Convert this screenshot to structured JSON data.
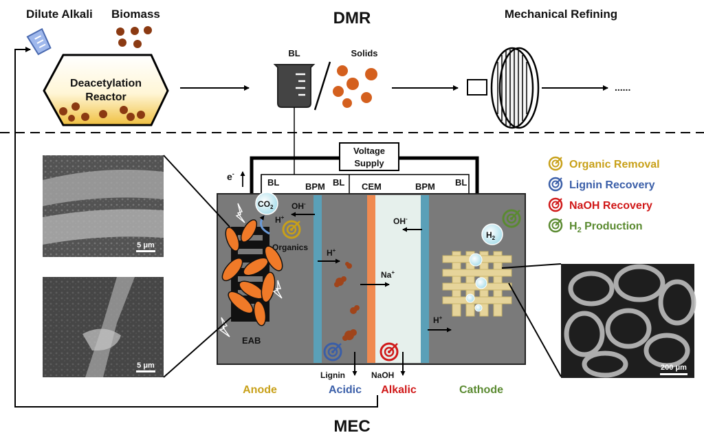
{
  "top": {
    "dilute_alkali": "Dilute Alkali",
    "biomass": "Biomass",
    "reactor_line1": "Deacetylation",
    "reactor_line2": "Reactor",
    "dmr": "DMR",
    "bl": "BL",
    "solids": "Solids",
    "mechanical_refining": "Mechanical Refining",
    "ellipsis": "......"
  },
  "mec": {
    "title": "MEC",
    "voltage_line1": "Voltage",
    "voltage_line2": "Supply",
    "electron": "e",
    "electron_sup": "-",
    "bl_anode": "BL",
    "bl_acidic": "BL",
    "bl_cathode": "BL",
    "bpm_left": "BPM",
    "cem": "CEM",
    "bpm_right": "BPM",
    "co2": "CO",
    "co2_sub": "2",
    "oh_left": "OH",
    "oh_left_sup": "-",
    "h_anode": "H",
    "h_anode_sup": "+",
    "organics": "Organics",
    "h_acidic": "H",
    "h_acidic_sup": "+",
    "na": "Na",
    "na_sup": "+",
    "oh_right": "OH",
    "oh_right_sup": "-",
    "h2": "H",
    "h2_sub": "2",
    "h_cathode": "H",
    "h_cathode_sup": "+",
    "eab": "EAB",
    "lignin": "Lignin",
    "naoh": "NaOH",
    "anode": "Anode",
    "acidic": "Acidic",
    "alkalic": "Alkalic",
    "cathode": "Cathode"
  },
  "legend": [
    {
      "label": "Organic Removal",
      "color": "#c8a018"
    },
    {
      "label": "Lignin Recovery",
      "color": "#3a5ea8"
    },
    {
      "label": "NaOH Recovery",
      "color": "#d01818"
    },
    {
      "label": "H",
      "sub": "2",
      "tail": " Production",
      "color": "#5a8a30"
    }
  ],
  "sem": {
    "scale1": "5 μm",
    "scale2": "5 μm",
    "scale3": "200 μm"
  },
  "colors": {
    "tank": "#7a7a7a",
    "bpm": "#5aa0b8",
    "cem": "#f08a50",
    "alkali_chamber": "#e6f0ec",
    "acidic_label": "#3a5ea8",
    "alkalic_label": "#d01818",
    "anode_label": "#c8a018",
    "cathode_label": "#5a8a30",
    "biomass_dots": "#8b3a12",
    "solids": "#d4601e"
  }
}
